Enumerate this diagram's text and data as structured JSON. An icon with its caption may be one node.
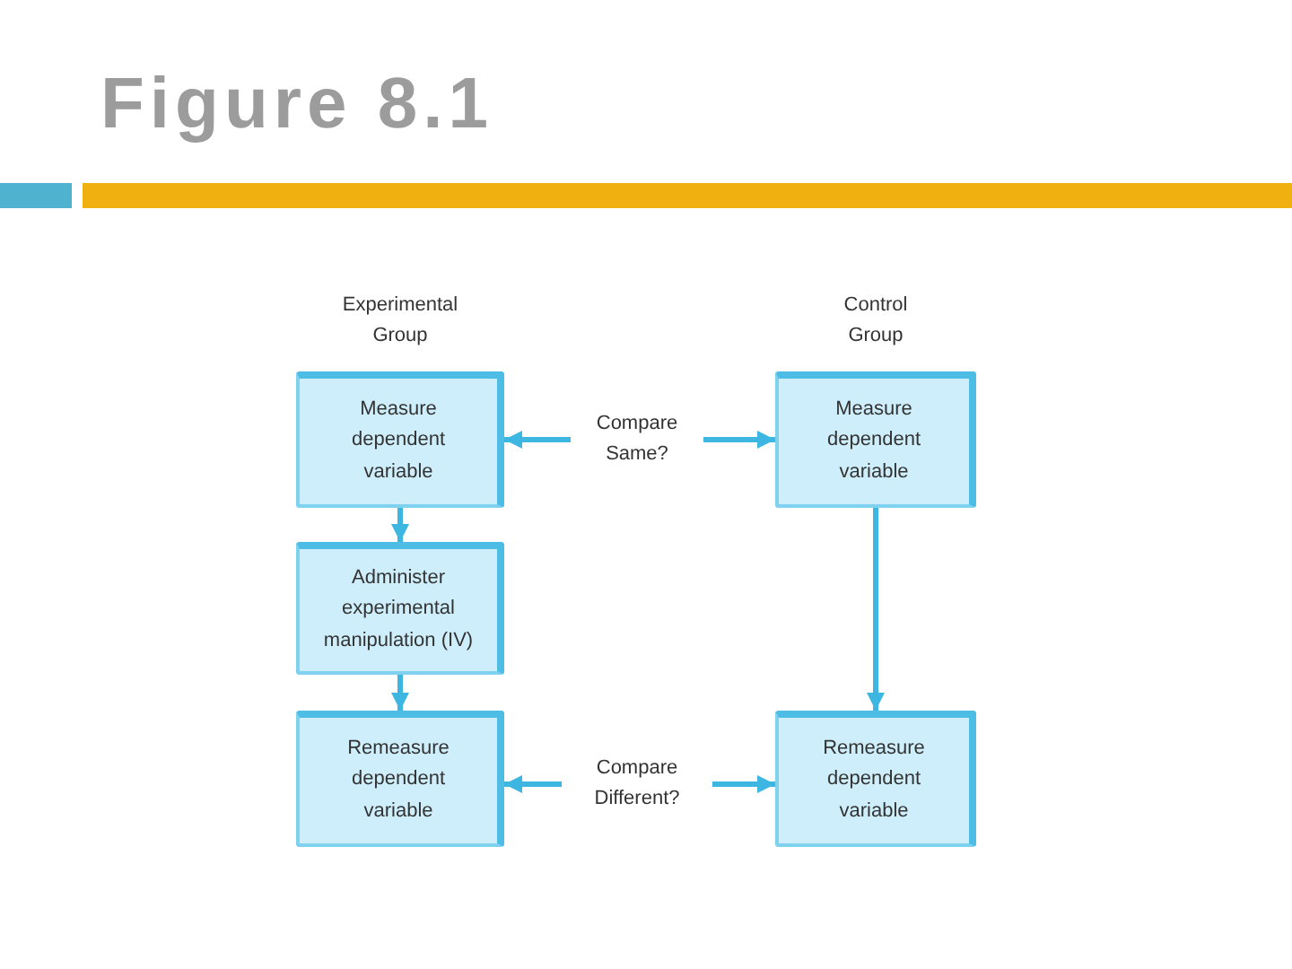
{
  "diagram": {
    "title": "Figure 8.1",
    "nodes": [
      {
        "text": [
          "Measure dependent variable"
        ]
      },
      {
        "text": [
          "Compare Same?"
        ]
      },
      {
        "text": [
          "Measure dependent variable"
        ]
      },
      {
        "text": [
          "Administer experimental manipulation (IV)"
        ]
      },
      {
        "text": [
          "Remeasure dependent variable"
        ]
      },
      {
        "text": [
          "Compare Different?"
        ]
      },
      {
        "text": [
          "Remeasure dependent variable"
        ]
      }
    ],
    "edges": [
      {
        "from": 1,
        "to": 0,
        "arrow": "to"
      },
      {
        "from": 1,
        "to": 2,
        "arrow": "to"
      },
      {
        "from": 0,
        "to": 3,
        "arrow": "to"
      },
      {
        "from": 3,
        "to": 4,
        "arrow": "to"
      },
      {
        "from": 2,
        "to": 6,
        "arrow": "to"
      },
      {
        "from": 5,
        "to": 4,
        "arrow": "to"
      },
      {
        "from": 5,
        "to": 6,
        "arrow": "to"
      }
    ],
    "labels": [
      "Experimental Group",
      "Control Group"
    ]
  }
}
